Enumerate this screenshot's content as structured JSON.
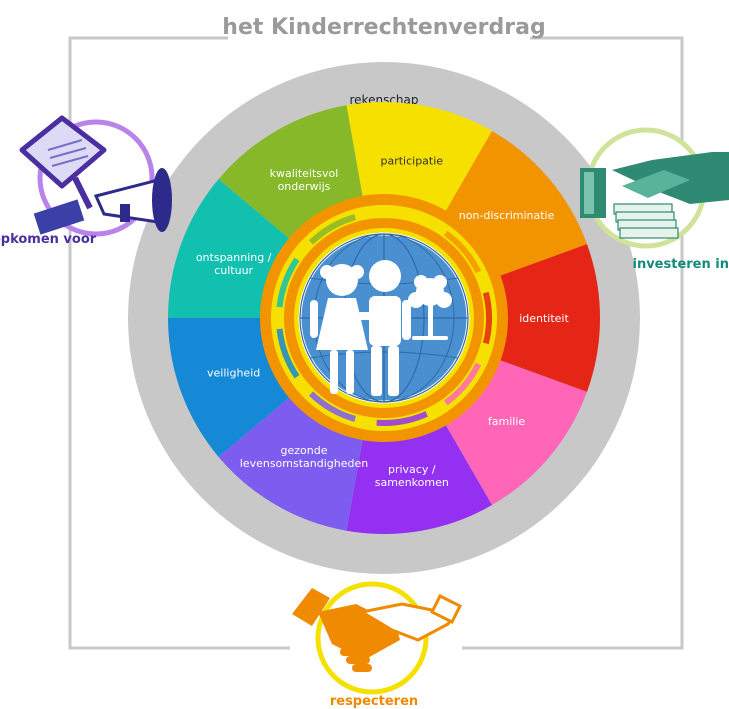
{
  "title": "het Kinderrechtenverdrag",
  "outer_ring_label": "rekenschap",
  "segments": [
    {
      "label_lines": [
        "participatie"
      ],
      "color": "#f6e000"
    },
    {
      "label_lines": [
        "non-discriminatie"
      ],
      "color": "#f29400"
    },
    {
      "label_lines": [
        "identiteit"
      ],
      "color": "#e52515"
    },
    {
      "label_lines": [
        "familie"
      ],
      "color": "#ff66b8"
    },
    {
      "label_lines": [
        "privacy /",
        "samenkomen"
      ],
      "color": "#9330f2"
    },
    {
      "label_lines": [
        "gezonde",
        "levensomstandigheden"
      ],
      "color": "#7d5cf0"
    },
    {
      "label_lines": [
        "veiligheid"
      ],
      "color": "#1588d6"
    },
    {
      "label_lines": [
        "ontspanning /",
        "cultuur"
      ],
      "color": "#12c0b0"
    },
    {
      "label_lines": [
        "kwaliteitsvol",
        "onderwijs"
      ],
      "color": "#86b82a"
    }
  ],
  "actions": {
    "left": {
      "label": "opkomen voor",
      "color": "#4b2fa0",
      "ring_color": "#b983ec",
      "icon": "megaphone-icon"
    },
    "right": {
      "label": "investeren in",
      "color": "#168a78",
      "ring_color": "#cfe39a",
      "icon": "money-icon"
    },
    "bottom": {
      "label": "respecteren",
      "color": "#f08a00",
      "ring_color": "#f6e000",
      "icon": "handshake-icon"
    }
  },
  "center_icon": "children-globe-icon",
  "colors": {
    "frame": "#c8c8c8",
    "outer_ring": "#c8c8c8",
    "inner_orange": "#f29400",
    "inner_yellow": "#f6e000",
    "globe": "#4a8fd0"
  }
}
